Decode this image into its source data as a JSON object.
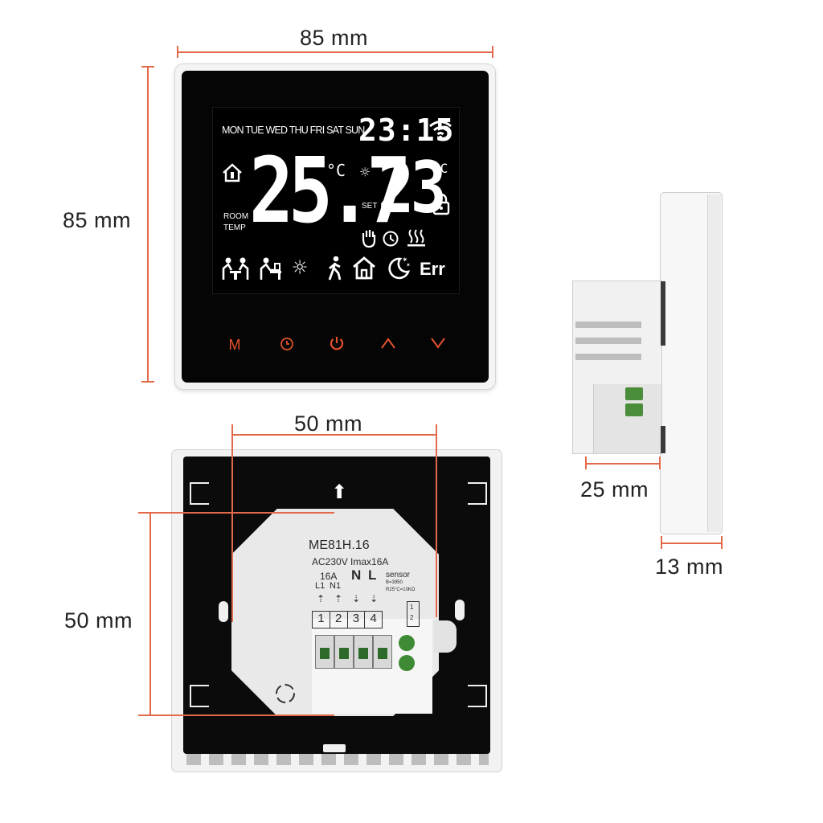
{
  "dimensions": {
    "front_width": "85 mm",
    "front_height": "85 mm",
    "back_width": "50 mm",
    "back_height": "50 mm",
    "side_depth": "25 mm",
    "side_thickness": "13 mm"
  },
  "display": {
    "days": "MON TUE WED THU FRI SAT SUN",
    "clock": "23:15",
    "room_temp": "25.7",
    "room_unit": "°C",
    "room_label_1": "ROOM",
    "room_label_2": "TEMP",
    "set_temp": "23",
    "set_unit": "°C",
    "set_label": "SET",
    "error": "Err"
  },
  "buttons": {
    "mode": "M"
  },
  "back_label": {
    "model": "ME81H.16",
    "rating": "AC230V Imax16A",
    "current": "16A",
    "n_big": "N",
    "l_big": "L",
    "l1": "L1",
    "n1": "N1",
    "sensor": "sensor",
    "sensor_b": "B=3950",
    "sensor_r": "R25°C=10KΩ",
    "terminals": [
      "1",
      "2",
      "3",
      "4"
    ],
    "sensor_terms": [
      "1",
      "2"
    ]
  },
  "colors": {
    "accent": "#e26a4a",
    "button": "#e2512c"
  }
}
